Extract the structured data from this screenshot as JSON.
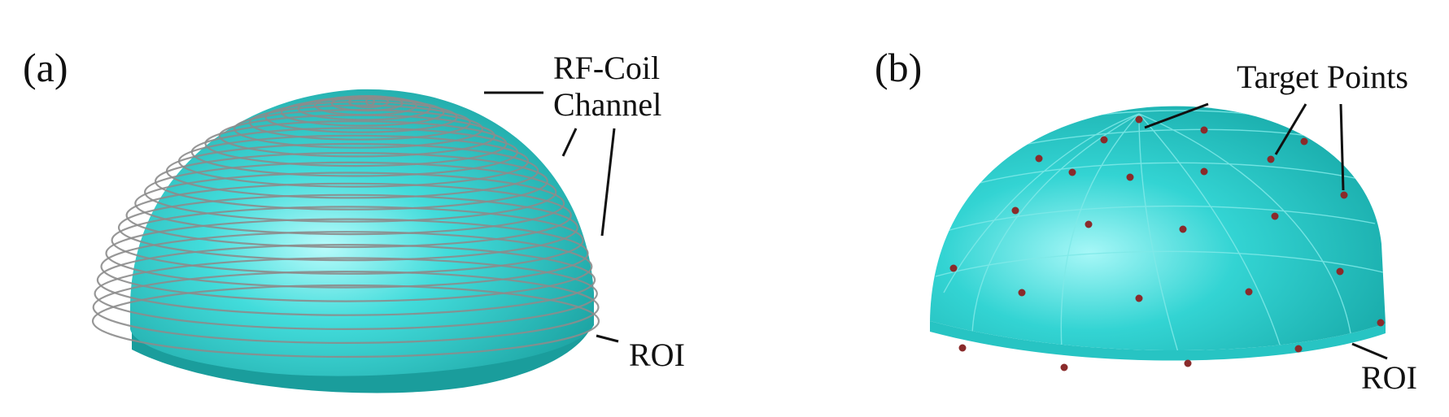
{
  "panels": [
    {
      "id": "a",
      "letter": "(a)",
      "labels": {
        "coil_line1": "RF-Coil",
        "coil_line2": "Channel",
        "roi": "ROI"
      }
    },
    {
      "id": "b",
      "letter": "(b)",
      "labels": {
        "targets": "Target Points",
        "roi": "ROI"
      }
    }
  ],
  "colors": {
    "roi_surface": "#2fd6d4",
    "roi_shadow": "#169c9b",
    "roi_highlight": "#b8fbfb",
    "coil_wire": "#8c8c8c",
    "target_point": "#8a2b2b",
    "text": "#111111"
  }
}
